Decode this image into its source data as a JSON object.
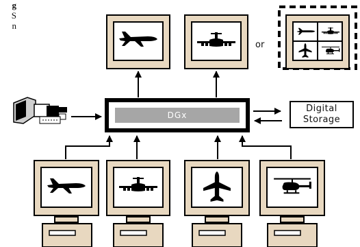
{
  "left_text": {
    "line1": "g",
    "line2": "S",
    "line3": "n"
  },
  "central": {
    "label": "DGx"
  },
  "storage": {
    "line1": "Digital",
    "line2": "Storage"
  },
  "or_label": "or",
  "icons": {
    "workstation": "computer-workstation-icon",
    "jet": "jet-airliner-icon",
    "transport": "military-transport-plane-icon",
    "plane_top": "airplane-top-view-icon",
    "helicopter": "helicopter-icon"
  },
  "colors": {
    "monitor_fill": "#e8d8c0",
    "line": "#000000",
    "dgx_bar": "#a6a6a6"
  }
}
